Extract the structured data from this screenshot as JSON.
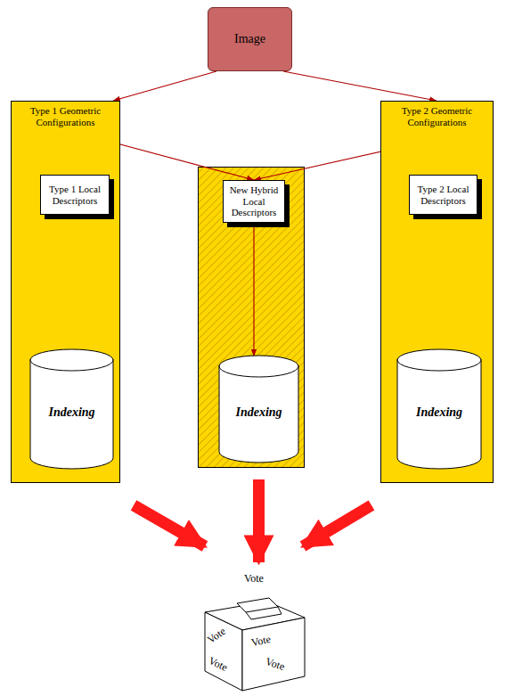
{
  "diagram": {
    "nodes": [
      {
        "text": [
          "Image"
        ]
      },
      {
        "text": [
          "Type 1 Geometric Configurations"
        ]
      },
      {
        "text": [
          "Type 1 Local Descriptors"
        ],
        "in": 1
      },
      {
        "text": [
          "Indexing"
        ],
        "in": 1
      },
      {
        "text": [
          "New Hybrid Local Descriptors"
        ]
      },
      {
        "text": [
          "Indexing"
        ]
      },
      {
        "text": [
          "Type 2 Geometric Configurations"
        ]
      },
      {
        "text": [
          "Type 2 Local Descriptors"
        ],
        "in": 6
      },
      {
        "text": [
          "Indexing"
        ],
        "in": 6
      },
      {
        "text": [
          "Vote",
          "Vote",
          "Vote",
          "Vote",
          "Vote"
        ]
      }
    ],
    "edges": [
      {
        "from": 0,
        "to": 1,
        "arrow": "to"
      },
      {
        "from": 0,
        "to": 6,
        "arrow": "to"
      },
      {
        "from": 1,
        "to": 2,
        "arrow": "to"
      },
      {
        "from": 1,
        "to": 4,
        "arrow": "to"
      },
      {
        "from": 6,
        "to": 4,
        "arrow": "to"
      },
      {
        "from": 6,
        "to": 7,
        "arrow": "to"
      },
      {
        "from": 2,
        "to": 3,
        "arrow": "to"
      },
      {
        "from": 4,
        "to": 5,
        "arrow": "to"
      },
      {
        "from": 7,
        "to": 8,
        "arrow": "to"
      },
      {
        "from": 3,
        "to": 9,
        "arrow": "to"
      },
      {
        "from": 5,
        "to": 9,
        "arrow": "to"
      },
      {
        "from": 8,
        "to": 9,
        "arrow": "to"
      }
    ]
  }
}
